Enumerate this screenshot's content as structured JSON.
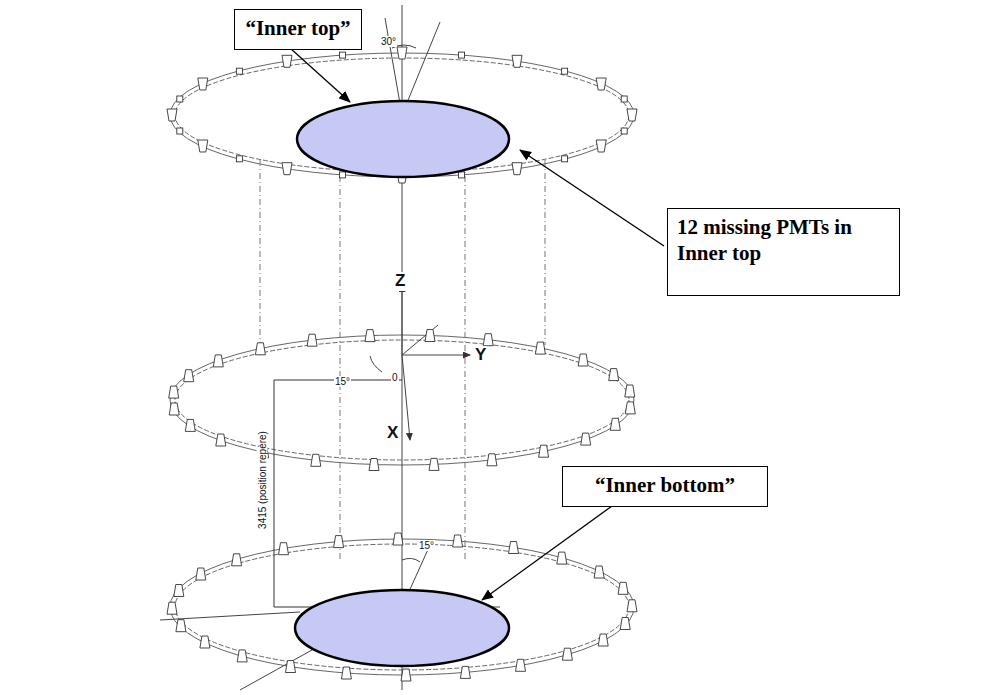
{
  "diagram": {
    "nodes": [
      {
        "text": [
          "“Inner top”"
        ]
      },
      {
        "text": [
          "12 missing PMTs in Inner top"
        ]
      },
      {
        "text": [
          "“Inner bottom”"
        ]
      }
    ],
    "labels": [
      "Z",
      "Y",
      "X",
      "0",
      "15°",
      "30°",
      "15°",
      "3415 (position repère)"
    ]
  }
}
